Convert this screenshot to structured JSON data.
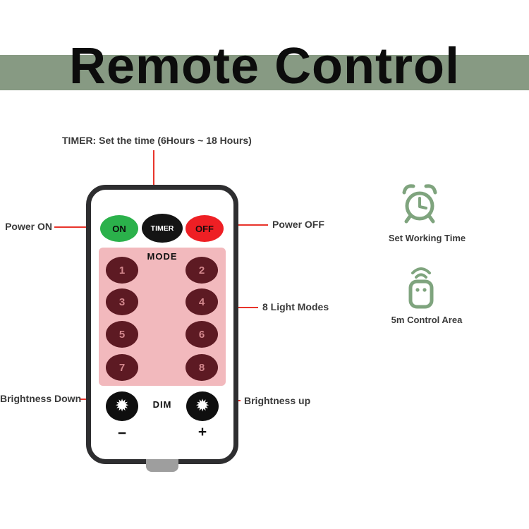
{
  "title": "Remote Control",
  "annotations": {
    "timer": "TIMER: Set the time (6Hours ~ 18 Hours)",
    "power_on": "Power ON",
    "power_off": "Power OFF",
    "light_modes": "8 Light Modes",
    "brightness_down": "Brightness Down",
    "brightness_up": "Brightness up"
  },
  "remote": {
    "buttons": {
      "on": "ON",
      "timer": "TIMER",
      "off": "OFF"
    },
    "mode_label": "MODE",
    "mode_buttons": [
      "1",
      "2",
      "3",
      "4",
      "5",
      "6",
      "7",
      "8"
    ],
    "dim_icon": "✹",
    "dim_label": "DIM",
    "minus": "−",
    "plus": "+"
  },
  "features": [
    {
      "icon": "alarm-clock-icon",
      "label": "Set Working Time"
    },
    {
      "icon": "remote-signal-icon",
      "label": "5m Control Area"
    }
  ],
  "colors": {
    "band": "#879a83",
    "green_button": "#2bb14b",
    "red_button": "#ee1f24",
    "black_button": "#141414",
    "pink_panel": "#f2b9bd",
    "mode_button": "#5d1a23",
    "annotation_line": "#e8342b",
    "icon_green": "#7fa47e"
  }
}
